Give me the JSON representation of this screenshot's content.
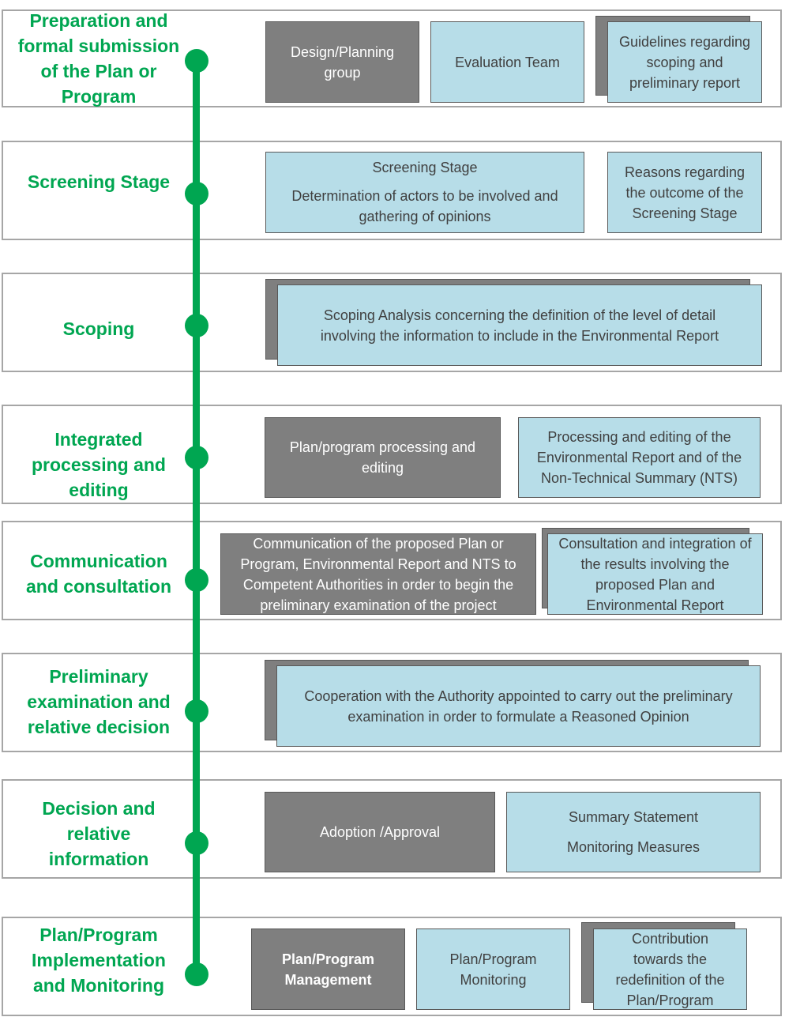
{
  "stages": [
    {
      "label": "Preparation and formal submission of the Plan or Program",
      "label_lines": [
        "Preparation and",
        "formal submission",
        "of the Plan or",
        "Program"
      ],
      "boxes": [
        "Design/Planning group",
        "Evaluation Team",
        "Guidelines regarding scoping and preliminary report"
      ]
    },
    {
      "label": "Screening Stage",
      "label_lines": [
        "Screening Stage"
      ],
      "boxes": [
        "Screening Stage",
        "Determination of actors to be involved and gathering of opinions",
        "Reasons regarding the outcome of the Screening Stage"
      ]
    },
    {
      "label": "Scoping",
      "label_lines": [
        "Scoping"
      ],
      "boxes": [
        "Scoping Analysis concerning  the definition of the level of detail involving the information to include in the Environmental Report"
      ]
    },
    {
      "label": "Integrated processing and editing",
      "label_lines": [
        "Integrated",
        "processing and",
        "editing"
      ],
      "boxes": [
        "Plan/program processing  and editing",
        "Processing and editing of the Environmental Report and of the Non-Technical Summary  (NTS)"
      ]
    },
    {
      "label": "Communication and consultation",
      "label_lines": [
        "Communication",
        "and  consultation"
      ],
      "boxes": [
        "Communication of the proposed  Plan or Program, Environmental Report and NTS to Competent Authorities in order to begin the preliminary examination of the project",
        "Consultation and integration of  the results involving the proposed Plan and Environmental Report"
      ]
    },
    {
      "label": "Preliminary examination and relative decision",
      "label_lines": [
        "Preliminary",
        "examination and",
        "relative decision"
      ],
      "boxes": [
        "Cooperation with the Authority appointed to carry out the preliminary examination in order to formulate a Reasoned Opinion"
      ]
    },
    {
      "label": "Decision and relative information",
      "label_lines": [
        "Decision and",
        "relative",
        "information"
      ],
      "boxes": [
        "Adoption /Approval",
        "Summary Statement",
        "Monitoring Measures"
      ]
    },
    {
      "label": "Plan/Program Implementation and Monitoring",
      "label_lines": [
        "Plan/Program",
        "Implementation",
        "and Monitoring"
      ],
      "boxes": [
        "Plan/Program Management",
        "Plan/Program Monitoring",
        "Contribution towards the redefinition of the Plan/Program"
      ]
    }
  ],
  "colors": {
    "green": "#00a651",
    "gray_box": "#7f7f7f",
    "blue_box": "#b7dde8",
    "band_border": "#a6a6a6"
  }
}
